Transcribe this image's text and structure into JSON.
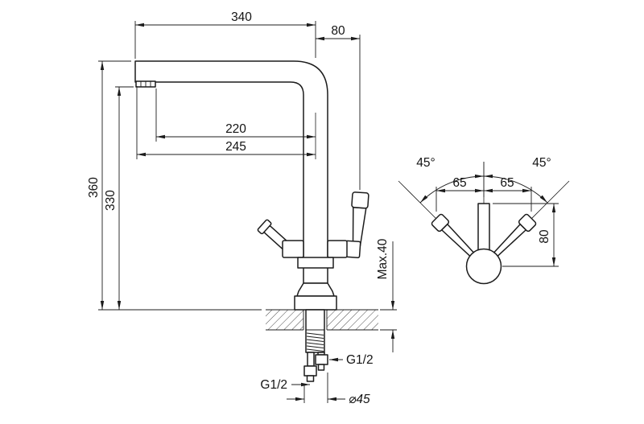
{
  "drawing": {
    "front": {
      "width_total": "340",
      "spout_to_handle": "80",
      "reach_inner": "220",
      "reach_outer": "245",
      "height_total": "360",
      "height_spout": "330",
      "mount_max": "Max.40",
      "thread_left": "G1/2",
      "thread_right": "G1/2",
      "hole_dia": "⌀45"
    },
    "side": {
      "angle_left": "45°",
      "angle_right": "45°",
      "offset_left": "65",
      "offset_right": "65",
      "handle_height": "80"
    },
    "colors": {
      "line": "#1c1c1c",
      "background": "#ffffff"
    }
  }
}
